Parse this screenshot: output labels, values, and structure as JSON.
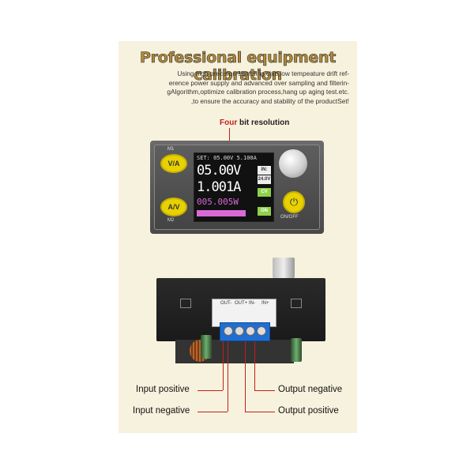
{
  "header": {
    "title": "Professional equipment calibration",
    "description_lines": [
      "Using high precision sampling chip,low tempeature drift ref-",
      "erence power supply and advanced over sampling and filterin-",
      "gAlgorithm,optimize calibration process,hang up aging test.etc.",
      ",to ensure the accuracy and stability of the productSet!"
    ]
  },
  "resolution": {
    "accent": "Four",
    "rest": " bit resolution"
  },
  "device": {
    "btn_m1_label": "M1",
    "btn_m1": "V/A",
    "btn_m2_label": "M2",
    "btn_m2": "A/V",
    "set_line": "SET: 05.00V  5.100A",
    "voltage": "05.00V",
    "current": "1.001A",
    "power": "005.005W",
    "tag_1": "IN:",
    "tag_2": "24.0V",
    "tag_3": "CV",
    "tag_4": "ON",
    "power_button_icon": "power-icon",
    "onoff_label": "ON/OFF"
  },
  "terminal_labels": [
    "OUT-",
    "OUT+",
    "IN-",
    "IN+"
  ],
  "callouts": {
    "input_positive": "Input positive",
    "input_negative": "Input negative",
    "output_negative": "Output negative",
    "output_positive": "Output positive"
  },
  "colors": {
    "accent": "#c0201c",
    "button": "#e8d100",
    "terminal": "#1f6fd1",
    "panel": "#f7f2de"
  }
}
